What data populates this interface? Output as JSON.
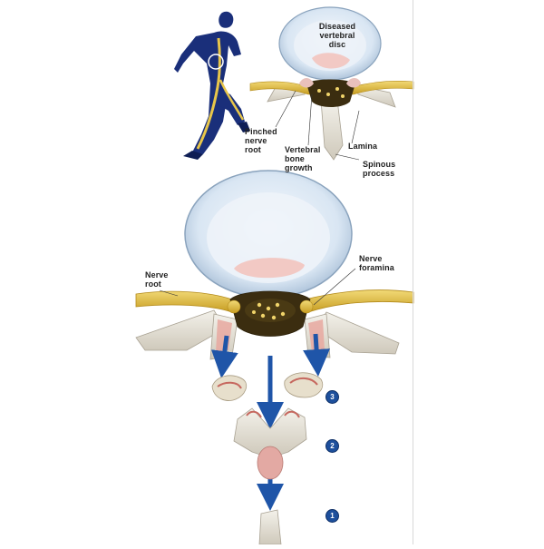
{
  "labels": {
    "diseased_disc": [
      "Diseased",
      "vertebral",
      "disc"
    ],
    "pinched_root": [
      "Pinched",
      "nerve",
      "root"
    ],
    "bone_growth": [
      "Vertebral",
      "bone",
      "growth"
    ],
    "lamina": [
      "Lamina"
    ],
    "spinous": [
      "Spinous",
      "process"
    ],
    "nerve_root": [
      "Nerve",
      "root"
    ],
    "nerve_foramina": [
      "Nerve",
      "foramina"
    ]
  },
  "steps": [
    "3",
    "2",
    "1"
  ],
  "colors": {
    "nerve": "#e3c247",
    "disc": "#d9e6f3",
    "bone": "#e6e2d8",
    "arrow": "#1f55a8",
    "badge": "#1d4f9c",
    "figure": "#1a2f7a"
  }
}
